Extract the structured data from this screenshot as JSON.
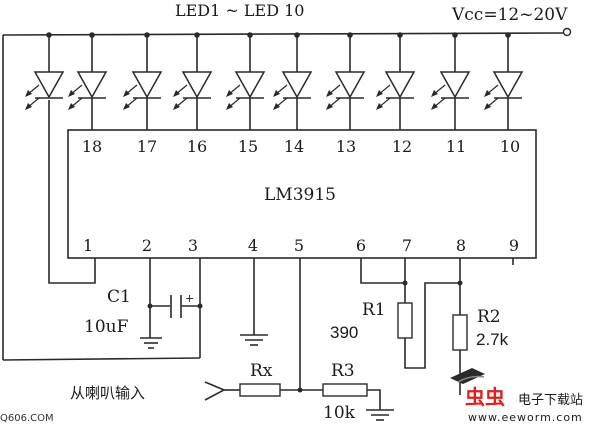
{
  "title_leds": "LED1 ~ LED 10",
  "vcc_label": "Vcc=12~20V",
  "ic": {
    "name": "LM3915",
    "top_pins": [
      "18",
      "17",
      "16",
      "15",
      "14",
      "13",
      "12",
      "11",
      "10"
    ],
    "bottom_pins": [
      "1",
      "2",
      "3",
      "4",
      "5",
      "6",
      "7",
      "8",
      "9"
    ]
  },
  "components": {
    "c1": {
      "name": "C1",
      "value": "10uF"
    },
    "r1": {
      "name": "R1",
      "value": "390"
    },
    "r2": {
      "name": "R2",
      "value": "2.7k"
    },
    "r3": {
      "name": "R3",
      "value": "10k"
    },
    "rx": {
      "name": "Rx"
    }
  },
  "input_label": "从喇叭输入",
  "watermark_left": "Q606.COM",
  "watermark_right": {
    "brand": "虫虫",
    "text": "电子下载站",
    "url": "www.eeworm.com",
    "brand_color": "#e02020"
  }
}
